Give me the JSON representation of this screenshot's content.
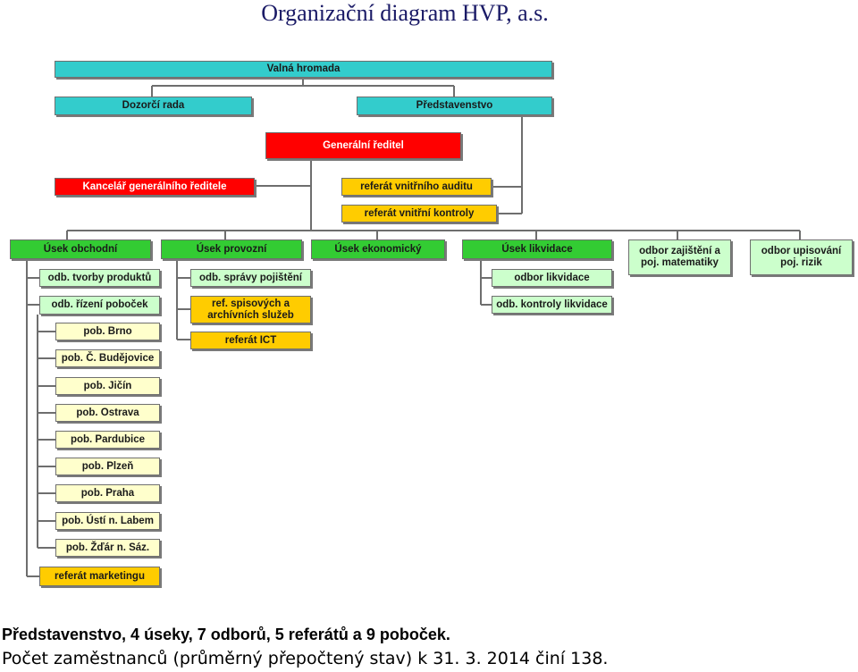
{
  "title": "Organizační diagram HVP, a.s.",
  "org": {
    "valna_hromada": "Valná hromada",
    "dozorci_rada": "Dozorčí rada",
    "predstavenstvo": "Představenstvo",
    "generalni_reditel": "Generální ředitel",
    "kancelar": "Kancelář generálního ředitele",
    "referat_auditu": "referát vnitřního auditu",
    "referat_kontroly": "referát vnitřní kontroly",
    "usek_obchodni": "Úsek obchodní",
    "usek_provozni": "Úsek provozní",
    "usek_ekonomicky": "Úsek ekonomický",
    "usek_likvidace": "Úsek likvidace",
    "odbor_zajisteni": "odbor zajištění a poj. matematiky",
    "odbor_upisovani": "odbor upisování poj. rizik",
    "odb_tvorby": "odb. tvorby produktů",
    "odb_rizeni": "odb. řízení poboček",
    "pobocky": [
      "pob. Brno",
      "pob. Č. Budějovice",
      "pob. Jičín",
      "pob. Ostrava",
      "pob. Pardubice",
      "pob. Plzeň",
      "pob. Praha",
      "pob. Ústí n. Labem",
      "pob. Žďár n. Sáz."
    ],
    "referat_marketingu": "referát marketingu",
    "odb_spravy": "odb. správy pojištění",
    "ref_spisovych": "ref. spisových a archívních služeb",
    "referat_ict": "referát ICT",
    "odbor_likvidace": "odbor likvidace",
    "odb_kontroly_likvidace": "odb. kontroly likvidace"
  },
  "footer": {
    "line1": "Představenstvo, 4 úseky, 7 odborů, 5 referátů a 9 poboček.",
    "line2": "Počet zaměstnanců (průměrný přepočtený stav) k 31. 3. 2014 činí 138."
  },
  "colors": {
    "top_level": "#33cccc",
    "ceo": "#ff0000",
    "referat": "#ffcc00",
    "usek": "#33cc33",
    "odbor": "#ccffcc",
    "pobocka": "#ffffcc"
  }
}
